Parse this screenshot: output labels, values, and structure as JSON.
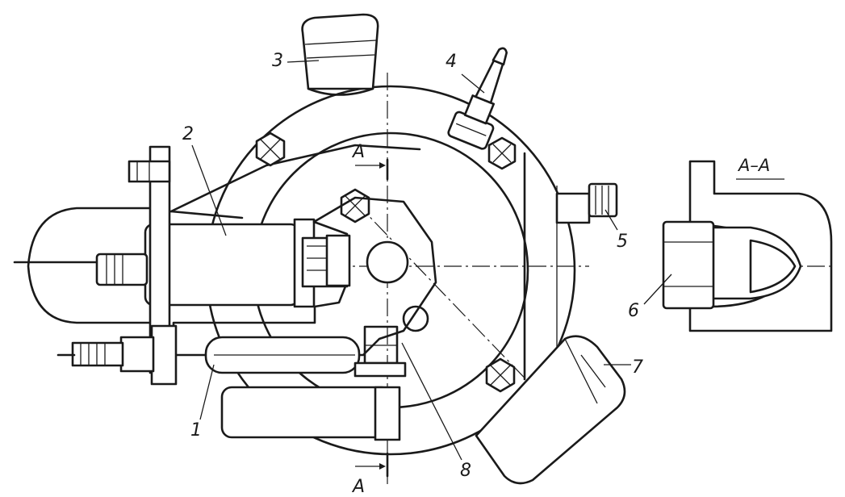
{
  "labels": {
    "p1": "1",
    "p2": "2",
    "p3": "3",
    "p4": "4",
    "p5": "5",
    "p6": "6",
    "p7": "7",
    "p8": "8"
  },
  "section": {
    "title": "A–A",
    "mark_top": "A",
    "mark_bottom": "A"
  }
}
